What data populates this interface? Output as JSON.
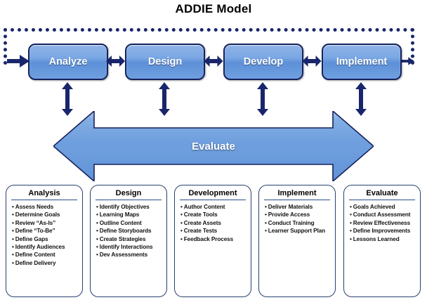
{
  "title": "ADDIE Model",
  "colors": {
    "navy": "#19266b",
    "box_border": "#16225c",
    "box_fill_light": "#8fb4e8",
    "box_fill_dark": "#5d90d8",
    "card_border": "#27416e",
    "card_rule": "#2a4d86",
    "text_on_box": "#ffffff",
    "title_text": "#000000"
  },
  "process": {
    "boxes": [
      {
        "label": "Analyze"
      },
      {
        "label": "Design"
      },
      {
        "label": "Develop"
      },
      {
        "label": "Implement"
      }
    ],
    "connector_icons": [
      "double-headed-horizontal-arrow-icon",
      "double-headed-horizontal-arrow-icon",
      "double-headed-horizontal-arrow-icon"
    ],
    "entry_arrow_icon": "right-arrow-icon",
    "exit_arrow_icon": "right-arrow-icon",
    "feedback_loop_icon": "dotted-feedback-loop"
  },
  "evaluate": {
    "label": "Evaluate",
    "icon": "double-headed-horizontal-block-arrow-icon",
    "vertical_links": [
      "double-headed-vertical-arrow-icon",
      "double-headed-vertical-arrow-icon",
      "double-headed-vertical-arrow-icon",
      "double-headed-vertical-arrow-icon"
    ]
  },
  "cards": [
    {
      "title": "Analysis",
      "items": [
        "Assess Needs",
        "Determine Goals",
        "Review “As-Is”",
        "Define “To-Be”",
        "Define Gaps",
        "Identify Audiences",
        "Define Content",
        "Define Delivery"
      ]
    },
    {
      "title": "Design",
      "items": [
        "Identify Objectives",
        "Learning Maps",
        "Outline Content",
        "Define Storyboards",
        "Create  Strategies",
        "Identify Interactions",
        "Dev Assessments"
      ]
    },
    {
      "title": "Development",
      "items": [
        "Author Content",
        "Create Tools",
        "Create Assets",
        "Create Tests",
        "Feedback  Process"
      ]
    },
    {
      "title": "Implement",
      "items": [
        "Deliver Materials",
        "Provide Access",
        "Conduct Training",
        "Learner Support Plan"
      ]
    },
    {
      "title": "Evaluate",
      "items": [
        "Goals Achieved",
        "Conduct Assessment",
        "Review Effectiveness",
        "Define Improvements",
        "Lessons Learned"
      ]
    }
  ]
}
